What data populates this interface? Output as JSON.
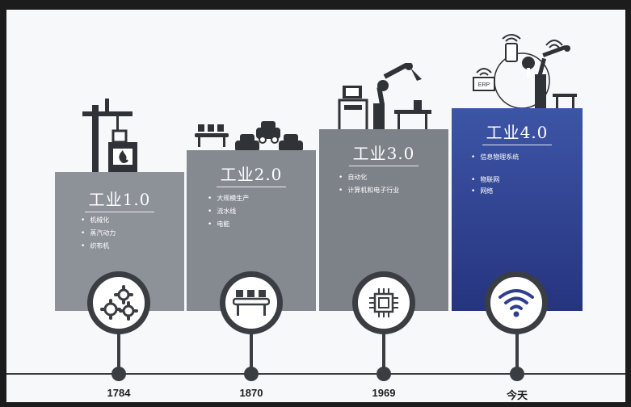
{
  "stages": [
    {
      "title": "工业1.0",
      "bullets": [
        "机械化",
        "蒸汽动力",
        "织布机"
      ],
      "year": "1784",
      "icon": "gears-icon",
      "panel_color": "#8d9198"
    },
    {
      "title": "工业2.0",
      "bullets": [
        "大规模生产",
        "流水线",
        "电能"
      ],
      "year": "1870",
      "icon": "conveyor-icon",
      "panel_color": "#858990"
    },
    {
      "title": "工业3.0",
      "bullets": [
        "自动化",
        "计算机和电子行业"
      ],
      "year": "1969",
      "icon": "chip-icon",
      "panel_color": "#7d8188"
    },
    {
      "title": "工业4.0",
      "bullets": [
        "信息物理系统",
        "物联网",
        "网络"
      ],
      "year": "今天",
      "icon": "wifi-icon",
      "panel_color": "#2e3e92"
    }
  ],
  "illustration": {
    "erp_label": "ERP"
  },
  "colors": {
    "dark": "#3a3d42",
    "background": "#f7f8fa"
  }
}
